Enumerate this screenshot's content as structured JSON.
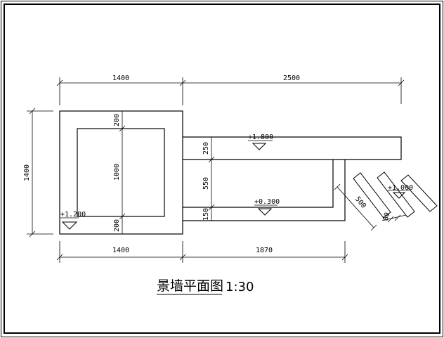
{
  "drawing": {
    "title": "景墙平面图",
    "scale": "1:30"
  },
  "dimensions": {
    "top_left": "1400",
    "top_right": "2500",
    "left_vertical": "1400",
    "bottom_left": "1400",
    "bottom_right": "1870",
    "inner_top": "200",
    "inner_middle": "1000",
    "inner_bottom": "200",
    "step_top": "250",
    "step_middle": "550",
    "step_bottom": "150",
    "diag_long": "500",
    "diag_short": "80"
  },
  "levels": {
    "upper": "+1.800",
    "middle": "+0.300",
    "left": "+1.200",
    "right": "+1.000"
  }
}
